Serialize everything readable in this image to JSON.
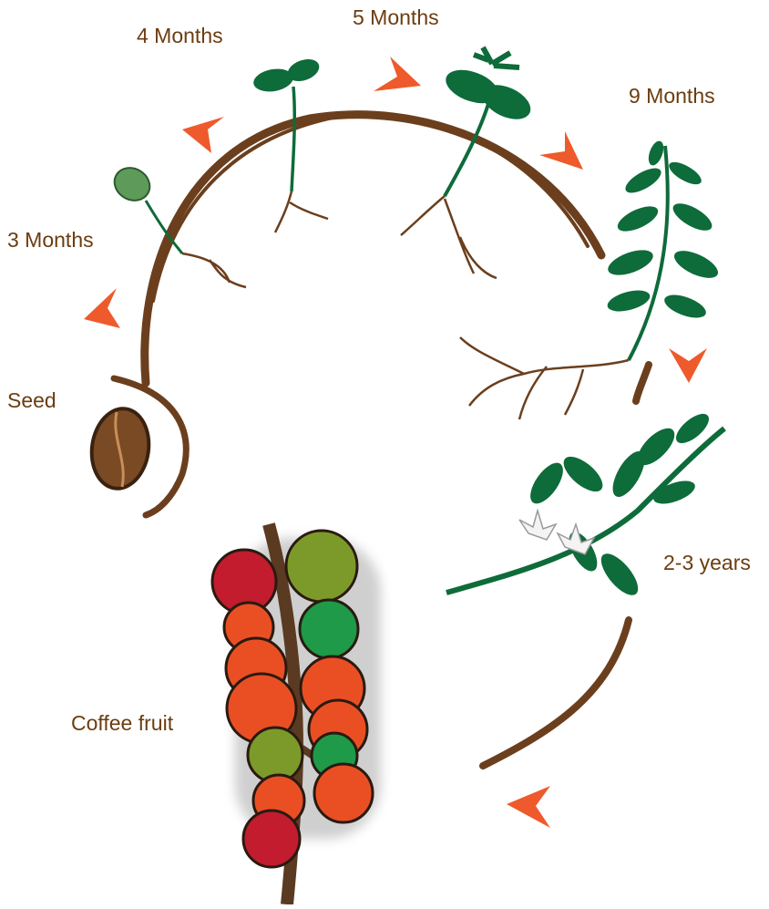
{
  "colors": {
    "label": "#6b3d10",
    "stem": "#6b3f1d",
    "leaf": "#0e6b3a",
    "arrow": "#ee5a2c",
    "bean": "#7a4a24",
    "fruit_red": "#c21c2e",
    "fruit_orange": "#ea4f24",
    "fruit_green": "#1e9a48",
    "fruit_olive": "#7c9a2a"
  },
  "stages": [
    {
      "label": "Seed",
      "icon": "coffee-bean-icon"
    },
    {
      "label": "3 Months",
      "icon": "sprout-icon"
    },
    {
      "label": "4 Months",
      "icon": "seedling-icon"
    },
    {
      "label": "5 Months",
      "icon": "young-plant-icon"
    },
    {
      "label": "9 Months",
      "icon": "leafy-plant-icon"
    },
    {
      "label": "2-3 years",
      "icon": "flowering-branch-icon"
    },
    {
      "label": "Coffee fruit",
      "icon": "coffee-cherry-cluster-icon"
    }
  ]
}
